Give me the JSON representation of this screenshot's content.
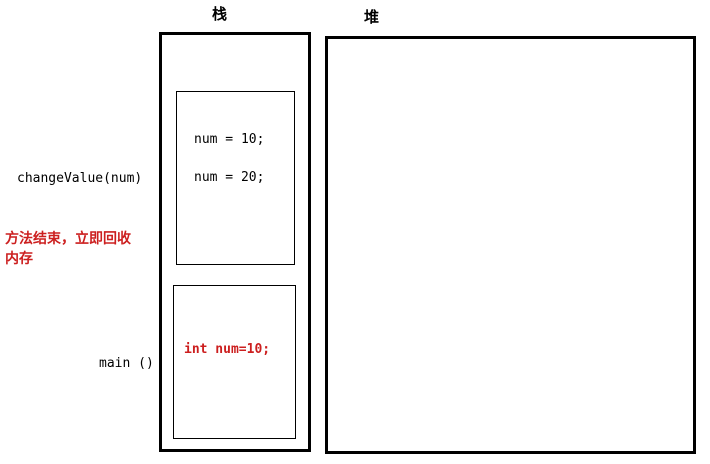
{
  "stack": {
    "title": "栈",
    "frames": [
      {
        "method": "changeValue(num)",
        "lines": [
          "num = 10;",
          "num = 20;"
        ]
      },
      {
        "method": "main ()",
        "lines": [
          "int num=10;"
        ]
      }
    ]
  },
  "heap": {
    "title": "堆"
  },
  "note": {
    "text": "方法结束，立即回收内存"
  },
  "colors": {
    "highlight": "#cc1f1f",
    "border": "#000000",
    "background": "#ffffff"
  }
}
